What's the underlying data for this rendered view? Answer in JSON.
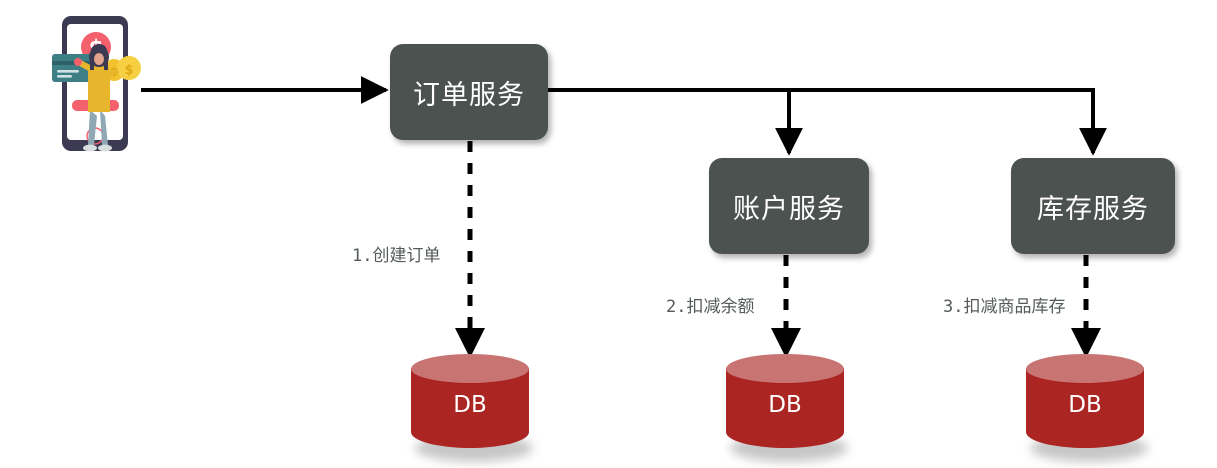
{
  "diagram": {
    "type": "flow",
    "title": "",
    "background_color": "#ffffff",
    "node_color": "#4c5250",
    "node_text_color": "#ffffff",
    "db_color": "#ab2523",
    "db_top_color": "#c87472",
    "label_color": "#555b5a",
    "edge_color": "#000000"
  },
  "actor": {
    "name": "user-mobile-payment-illustration",
    "alt": "person using mobile phone with credit card and coins"
  },
  "services": [
    {
      "id": "order",
      "label": "订单服务"
    },
    {
      "id": "account",
      "label": "账户服务"
    },
    {
      "id": "stock",
      "label": "库存服务"
    }
  ],
  "databases": [
    {
      "id": "db-order",
      "label": "DB"
    },
    {
      "id": "db-account",
      "label": "DB"
    },
    {
      "id": "db-stock",
      "label": "DB"
    }
  ],
  "edges": [
    {
      "id": "e0",
      "from": "actor",
      "to": "order",
      "label": "",
      "style": "solid"
    },
    {
      "id": "e1",
      "from": "order",
      "to": "account",
      "label": "",
      "style": "solid"
    },
    {
      "id": "e2",
      "from": "order",
      "to": "stock",
      "label": "",
      "style": "solid"
    },
    {
      "id": "e3",
      "from": "order",
      "to": "db-order",
      "label": "1.创建订单",
      "style": "dashed"
    },
    {
      "id": "e4",
      "from": "account",
      "to": "db-account",
      "label": "2.扣减余额",
      "style": "dashed"
    },
    {
      "id": "e5",
      "from": "stock",
      "to": "db-stock",
      "label": "3.扣减商品库存",
      "style": "dashed"
    }
  ]
}
